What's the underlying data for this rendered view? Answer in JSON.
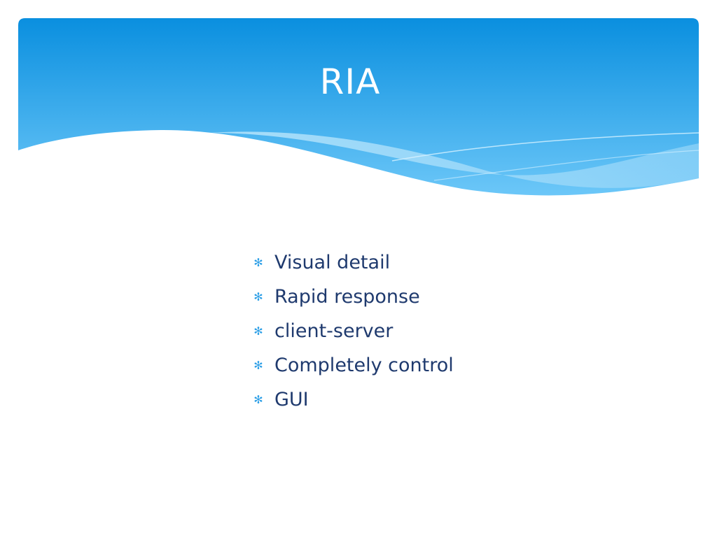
{
  "slide": {
    "title": "RIA",
    "bullets": [
      {
        "text": "Visual detail",
        "icon": "asterisk-icon"
      },
      {
        "text": "Rapid response",
        "icon": "asterisk-icon"
      },
      {
        "text": "client-server",
        "icon": "asterisk-icon"
      },
      {
        "text": "Completely control",
        "icon": "asterisk-icon"
      },
      {
        "text": "GUI",
        "icon": "asterisk-icon"
      }
    ],
    "colors": {
      "header_top": "#0a8fdf",
      "header_bottom": "#6cc7f8",
      "wave_light": "#9fdaf9",
      "bullet_text": "#1f3a6e",
      "bullet_icon": "#2b9ee6"
    }
  }
}
